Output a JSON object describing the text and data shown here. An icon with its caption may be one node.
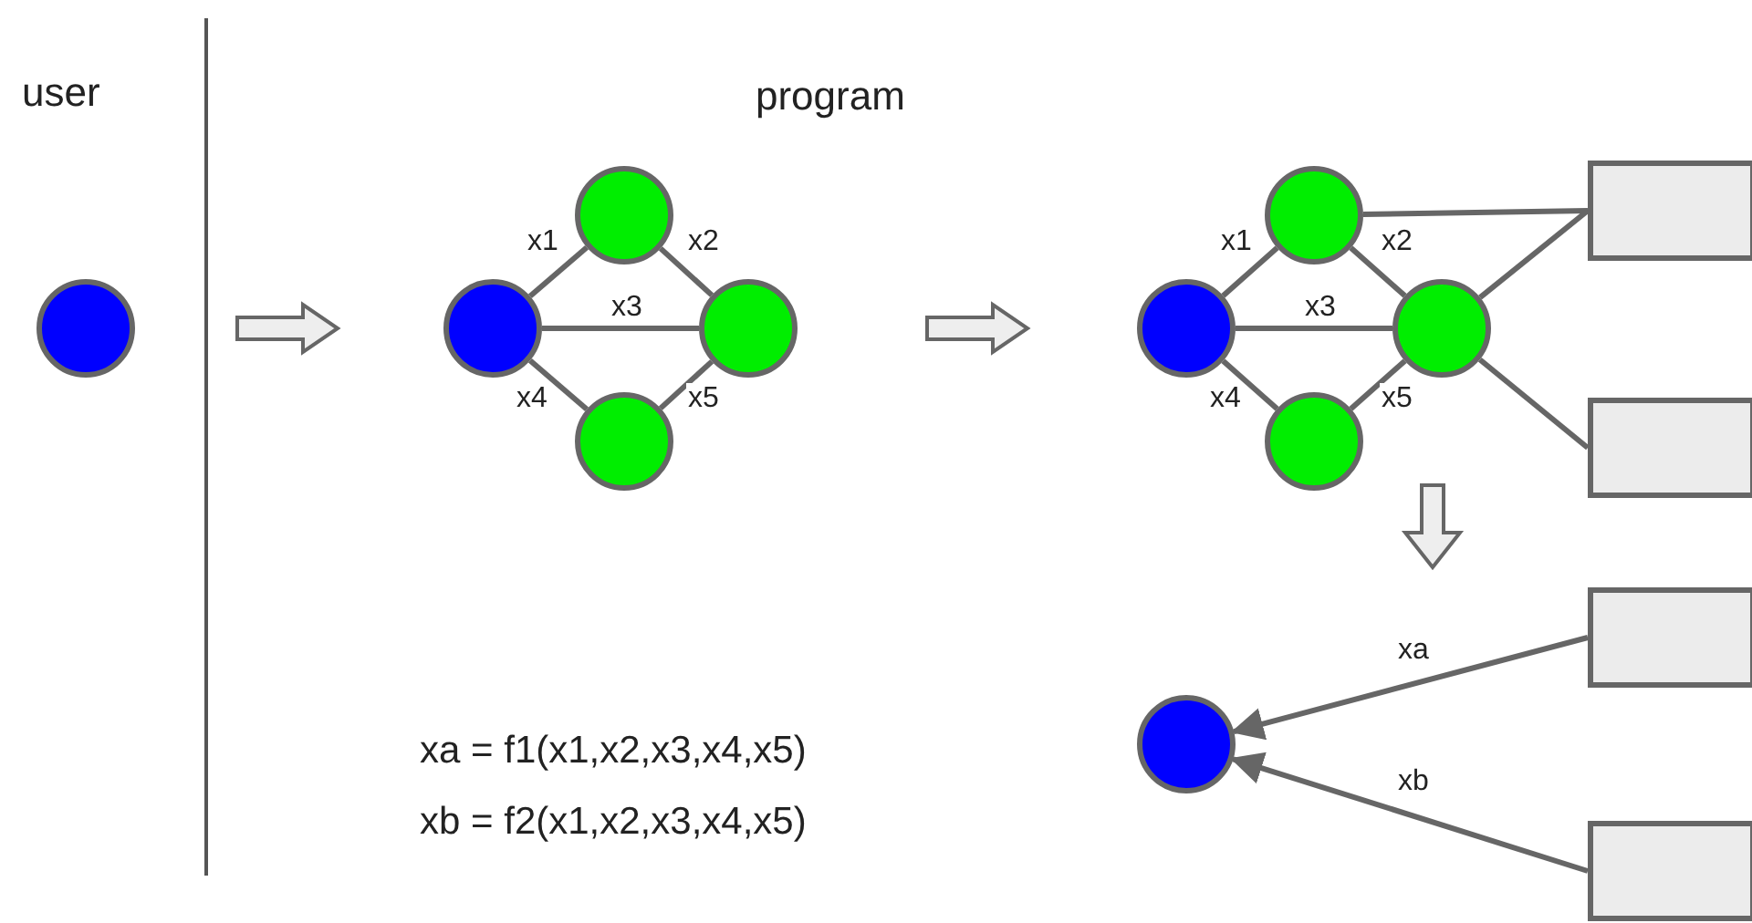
{
  "diagram": {
    "nodes": [
      {
        "text": [],
        "shape": "circle"
      },
      {
        "text": [],
        "shape": "circle"
      },
      {
        "text": [],
        "shape": "circle"
      },
      {
        "text": [],
        "shape": "circle"
      },
      {
        "text": [],
        "shape": "circle"
      },
      {
        "text": [],
        "shape": "circle"
      },
      {
        "text": [],
        "shape": "circle"
      },
      {
        "text": [],
        "shape": "circle"
      },
      {
        "text": [],
        "shape": "circle"
      },
      {
        "text": [],
        "shape": "box"
      },
      {
        "text": [],
        "shape": "box"
      },
      {
        "text": [],
        "shape": "box"
      },
      {
        "text": [],
        "shape": "box"
      },
      {
        "text": [],
        "shape": "circle"
      }
    ],
    "edges": [
      {
        "from": 1,
        "to": 2,
        "arrow": "none",
        "label": "x1"
      },
      {
        "from": 2,
        "to": 3,
        "arrow": "none",
        "label": "x2"
      },
      {
        "from": 1,
        "to": 3,
        "arrow": "none",
        "label": "x3"
      },
      {
        "from": 1,
        "to": 4,
        "arrow": "none",
        "label": "x4"
      },
      {
        "from": 4,
        "to": 3,
        "arrow": "none",
        "label": "x5"
      },
      {
        "from": 5,
        "to": 6,
        "arrow": "none",
        "label": "x1"
      },
      {
        "from": 6,
        "to": 7,
        "arrow": "none",
        "label": "x2"
      },
      {
        "from": 5,
        "to": 7,
        "arrow": "none",
        "label": "x3"
      },
      {
        "from": 5,
        "to": 8,
        "arrow": "none",
        "label": "x4"
      },
      {
        "from": 8,
        "to": 7,
        "arrow": "none",
        "label": "x5"
      },
      {
        "from": 6,
        "to": 9,
        "arrow": "none"
      },
      {
        "from": 7,
        "to": 9,
        "arrow": "none"
      },
      {
        "from": 7,
        "to": 10,
        "arrow": "none"
      },
      {
        "from": 11,
        "to": 13,
        "arrow": "to",
        "label": "xa"
      },
      {
        "from": 12,
        "to": 13,
        "arrow": "to",
        "label": "xb"
      }
    ],
    "labels": [
      "user",
      "program",
      "xa = f1(x1,x2,x3,x4,x5)",
      "xb = f2(x1,x2,x3,x4,x5)"
    ]
  }
}
